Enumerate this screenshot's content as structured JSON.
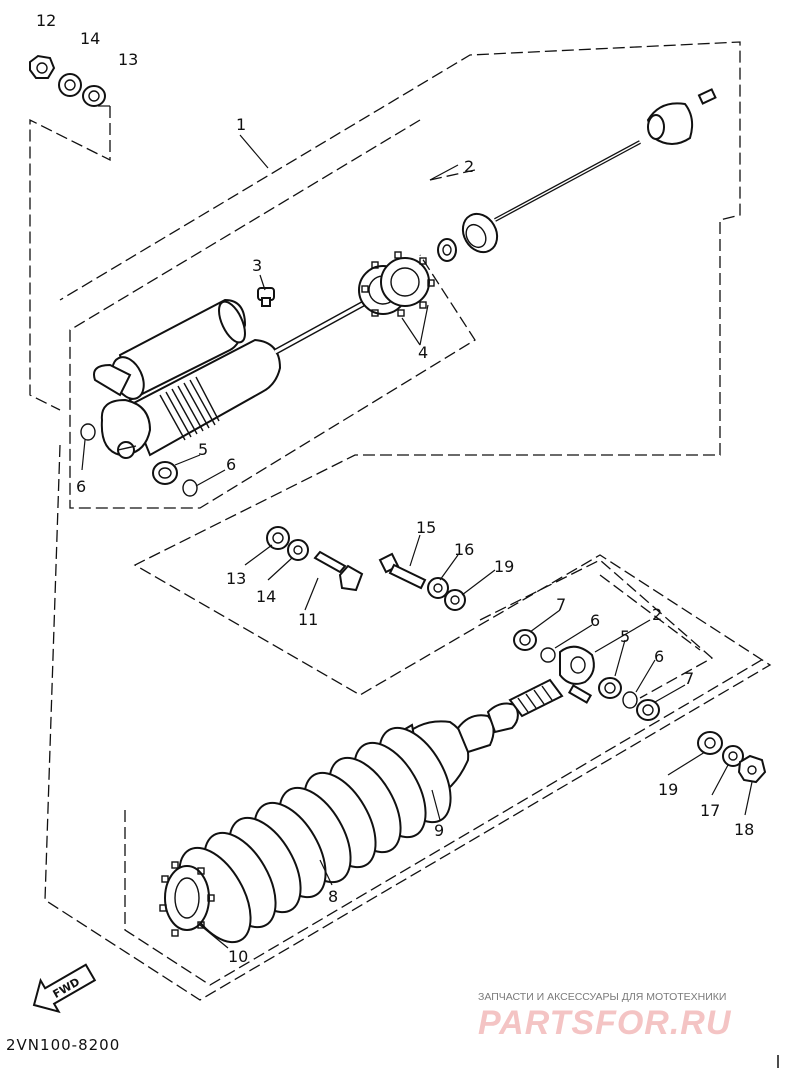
{
  "diagram": {
    "code": "2VN100-8200",
    "fwd_label": "FWD",
    "callouts": {
      "c1": "1",
      "c2a": "2",
      "c2b": "2",
      "c3": "3",
      "c4": "4",
      "c5a": "5",
      "c5b": "5",
      "c6a": "6",
      "c6b": "6",
      "c6c": "6",
      "c6d": "6",
      "c7a": "7",
      "c7b": "7",
      "c8": "8",
      "c9": "9",
      "c10": "10",
      "c11": "11",
      "c12": "12",
      "c13a": "13",
      "c13b": "13",
      "c14a": "14",
      "c14b": "14",
      "c15": "15",
      "c16": "16",
      "c17": "17",
      "c18": "18",
      "c19a": "19",
      "c19b": "19"
    }
  },
  "watermark": {
    "caption": "ЗАПЧАСТИ И АКСЕССУАРЫ ДЛЯ МОТОТЕХНИКИ",
    "brand": "PARTSFOR.RU"
  }
}
